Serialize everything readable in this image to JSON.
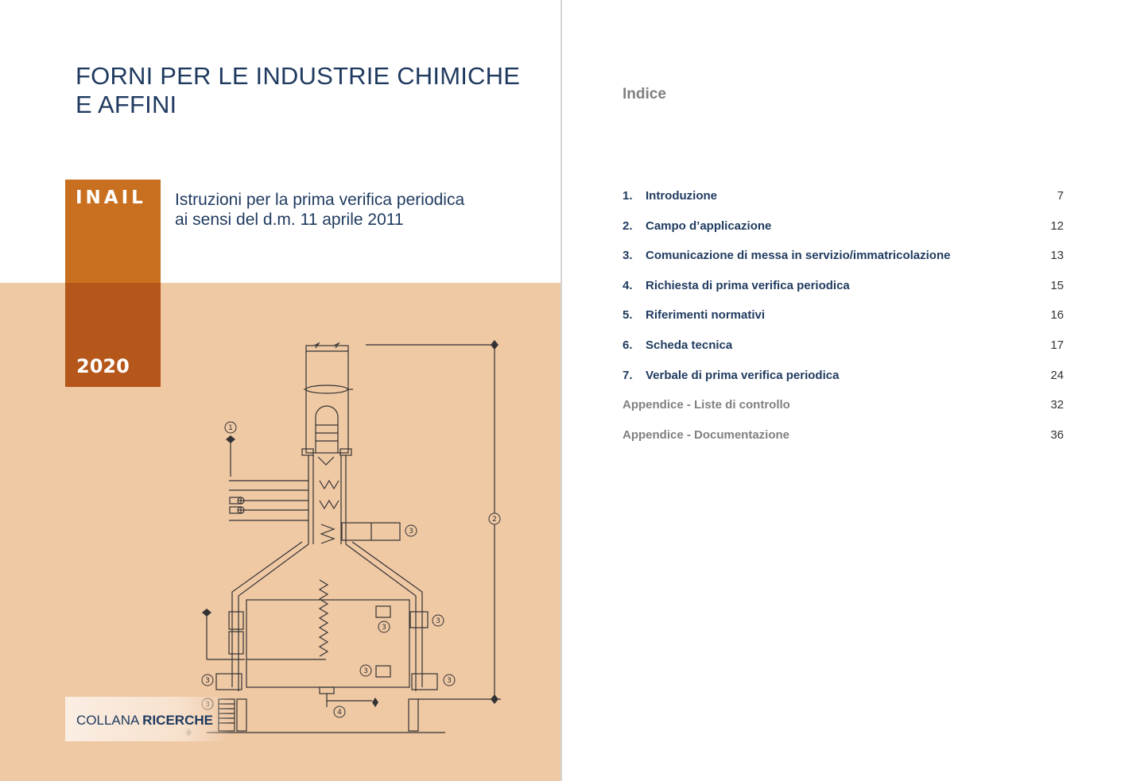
{
  "cover": {
    "title_lines": [
      "FORNI PER LE INDUSTRIE CHIMICHE",
      "E AFFINI"
    ],
    "logo": "INAIL",
    "subtitle_lines": [
      "Istruzioni per la prima verifica periodica",
      "ai sensi del d.m. 11 aprile 2011"
    ],
    "year": "2020",
    "series_prefix": "COLLANA",
    "series_name": "RICERCHE",
    "drawing_labels": [
      "1",
      "2",
      "3",
      "4"
    ]
  },
  "index": {
    "title": "Indice",
    "entries": [
      {
        "number": "1.",
        "label": "Introduzione",
        "page": "7"
      },
      {
        "number": "2.",
        "label": "Campo d’applicazione",
        "page": "12"
      },
      {
        "number": "3.",
        "label": "Comunicazione di messa in servizio/immatricolazione",
        "page": "13"
      },
      {
        "number": "4.",
        "label": "Richiesta di prima verifica periodica",
        "page": "15"
      },
      {
        "number": "5.",
        "label": "Riferimenti normativi",
        "page": "16"
      },
      {
        "number": "6.",
        "label": "Scheda tecnica",
        "page": "17"
      },
      {
        "number": "7.",
        "label": "Verbale di prima verifica periodica",
        "page": "24"
      }
    ],
    "appendices": [
      {
        "label": "Appendice - Liste di controllo",
        "page": "32"
      },
      {
        "label": "Appendice - Documentazione",
        "page": "36"
      }
    ]
  },
  "colors": {
    "navy": "#1f3a5f",
    "orange": "#c8701f",
    "dark_orange": "#b5561a",
    "peach": "#efc8a4",
    "grey": "#808080"
  }
}
